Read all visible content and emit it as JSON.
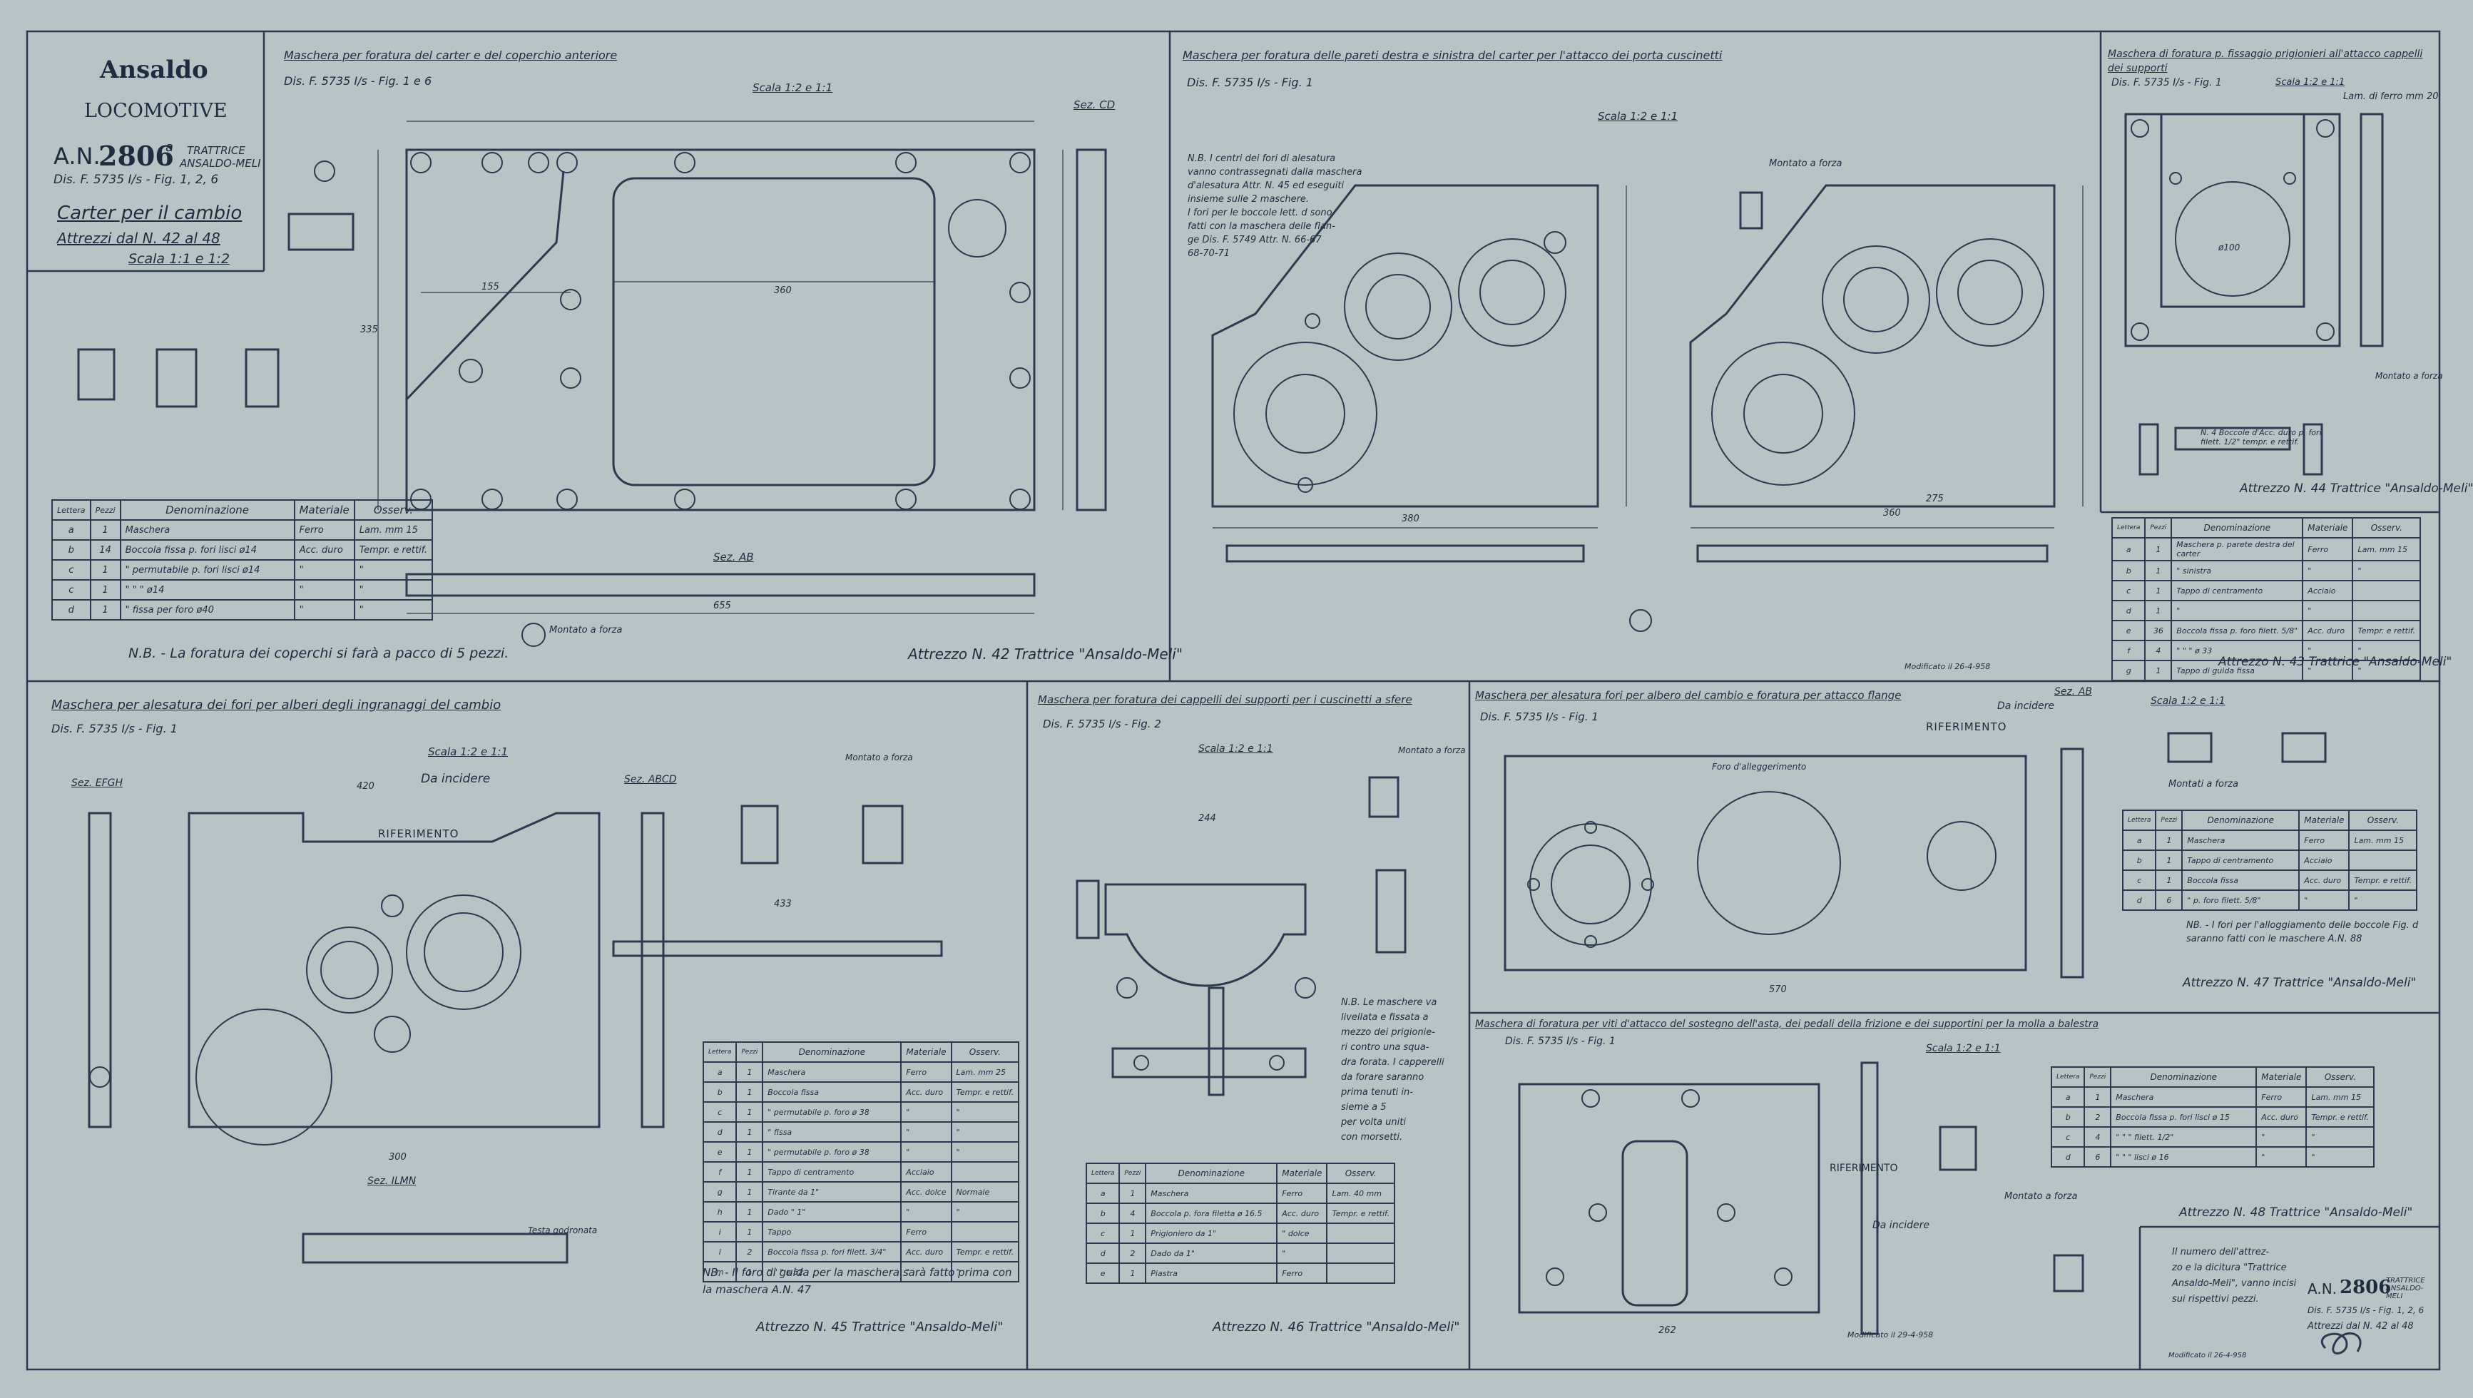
{
  "title_block": {
    "company": "Ansaldo",
    "division": "LOCOMOTIVE",
    "an_label": "A.N.",
    "an_number": "2806",
    "an_suffix": "a",
    "product_line1": "TRATTRICE",
    "product_line2": "ANSALDO-MELI",
    "drawing_ref": "Dis. F. 5735 I/s - Fig. 1, 2, 6",
    "part_name": "Carter per il cambio",
    "tools_range": "Attrezzi dal N. 42 al 48",
    "scale": "Scala 1:1 e 1:2"
  },
  "panel_42": {
    "heading": "Maschera per foratura del carter e del coperchio anteriore",
    "drawing_ref": "Dis. F. 5735 I/s - Fig. 1 e 6",
    "scale": "Scala 1:2 e 1:1",
    "section_cd": "Sez. CD",
    "section_ab": "Sez. AB",
    "assembly_note": "Montato a forza",
    "dim_width": "655",
    "dim_inner": "360",
    "dim_height": "335",
    "dim_155": "155",
    "note": "N.B. - La foratura dei coperchi si farà a pacco di 5 pezzi.",
    "footer": "Attrezzo N. 42 Trattrice \"Ansaldo-Meli\"",
    "bom_headers": [
      "Lettera",
      "Pezzi",
      "Denominazione",
      "Materiale",
      "Osserv."
    ],
    "bom_rows": [
      [
        "a",
        "1",
        "Maschera",
        "Ferro",
        "Lam. mm 15"
      ],
      [
        "b",
        "14",
        "Boccola fissa p. fori lisci ø14",
        "Acc. duro",
        "Tempr. e rettif."
      ],
      [
        "c",
        "1",
        "\" permutabile p. fori lisci ø14",
        "\"",
        "\""
      ],
      [
        "c",
        "1",
        "\" \" \" ø14",
        "\"",
        "\""
      ],
      [
        "d",
        "1",
        "\" fissa per foro ø40",
        "\"",
        "\""
      ]
    ]
  },
  "panel_43": {
    "heading": "Maschera per foratura delle pareti destra e sinistra del carter per l'attacco dei porta cuscinetti",
    "drawing_ref": "Dis. F. 5735 I/s - Fig. 1",
    "scale": "Scala 1:2 e 1:1",
    "note_lines": [
      "N.B. I centri dei fori di alesatura",
      "vanno contrassegnati dalla maschera",
      "d'alesatura Attr. N. 45 ed eseguiti",
      "insieme sulle 2 maschere.",
      "I fori per le boccole lett. d sono",
      "fatti con la maschera delle flan-",
      "ge Dis. F. 5749 Attr. N. 66-67",
      "68-70-71"
    ],
    "assembly_note": "Montato a forza",
    "dim_380": "380",
    "dim_360": "360",
    "dim_275": "275",
    "modified": "Modificato il 26-4-958",
    "footer": "Attrezzo N. 43 Trattrice \"Ansaldo-Meli\""
  },
  "panel_44": {
    "heading": "Maschera di foratura p. fissaggio prigionieri all'attacco cappelli dei supporti",
    "drawing_ref": "Dis. F. 5735 I/s - Fig. 1",
    "scale": "Scala 1:2 e 1:1",
    "plate_note": "Lam. di ferro mm 20",
    "assembly_note": "Montato a forza",
    "dia": "ø100",
    "note": "N. 4 Boccole d'Acc. duro p. fori filett. 1/2\" tempr. e rettif.",
    "footer": "Attrezzo N. 44 Trattrice \"Ansaldo-Meli\"",
    "bom_headers": [
      "Lettera",
      "Pezzi",
      "Denominazione",
      "Materiale",
      "Osserv."
    ],
    "bom_rows": [
      [
        "a",
        "1",
        "Maschera p. parete destra del carter",
        "Ferro",
        "Lam. mm 15"
      ],
      [
        "b",
        "1",
        "\" sinistra",
        "\"",
        "\""
      ],
      [
        "c",
        "1",
        "Tappo di centramento",
        "Acciaio",
        ""
      ],
      [
        "d",
        "1",
        "\"",
        "\"",
        ""
      ],
      [
        "e",
        "36",
        "Boccola fissa p. foro filett. 5/8\"",
        "Acc. duro",
        "Tempr. e rettif."
      ],
      [
        "f",
        "4",
        "\" \" \" ø 33",
        "\"",
        "\""
      ],
      [
        "g",
        "1",
        "Tappo di guida fissa",
        "\"",
        "\""
      ]
    ]
  },
  "panel_45": {
    "heading": "Maschera per alesatura dei fori per alberi degli ingranaggi del cambio",
    "drawing_ref": "Dis. F. 5735 I/s - Fig. 1",
    "scale": "Scala 1:2 e 1:1",
    "sections": [
      "Sez. EFGH",
      "Sez. ABCD",
      "Sez. ILMN"
    ],
    "incise": "Da incidere",
    "reference": "RIFERIMENTO",
    "side_note": "Montato a forza",
    "teeth_note": "Testa godronata",
    "dim_420": "420",
    "dim_300": "300",
    "dim_433": "433",
    "note": "NB. - Il foro di guida per la maschera sarà fatto prima con la maschera A.N. 47",
    "footer": "Attrezzo N. 45 Trattrice \"Ansaldo-Meli\"",
    "bom_headers": [
      "Lettera",
      "Pezzi",
      "Denominazione",
      "Materiale",
      "Osserv."
    ],
    "bom_rows": [
      [
        "a",
        "1",
        "Maschera",
        "Ferro",
        "Lam. mm 25"
      ],
      [
        "b",
        "1",
        "Boccola fissa",
        "Acc. duro",
        "Tempr. e rettif."
      ],
      [
        "c",
        "1",
        "\" permutabile p. foro ø 38",
        "\"",
        "\""
      ],
      [
        "d",
        "1",
        "\" fissa",
        "\"",
        "\""
      ],
      [
        "e",
        "1",
        "\" permutabile p. foro ø 38",
        "\"",
        "\""
      ],
      [
        "f",
        "1",
        "Tappo di centramento",
        "Acciaio",
        ""
      ],
      [
        "g",
        "1",
        "Tirante da 1\"",
        "Acc. dolce",
        "Normale"
      ],
      [
        "h",
        "1",
        "Dado \" 1\"",
        "\"",
        "\""
      ],
      [
        "i",
        "1",
        "Tappo",
        "Ferro",
        ""
      ],
      [
        "l",
        "2",
        "Boccola fissa p. fori filett. 3/4\"",
        "Acc. duro",
        "Tempr. e rettif."
      ],
      [
        "m",
        "1",
        "\" \" \" ø 52",
        "\"",
        "\""
      ]
    ]
  },
  "panel_46": {
    "heading": "Maschera per foratura dei cappelli dei supporti per i cuscinetti a sfere",
    "drawing_ref": "Dis. F. 5735 I/s - Fig. 2",
    "scale": "Scala 1:2 e 1:1",
    "assembly_note": "Montato a forza",
    "dim_244": "244",
    "note_lines": [
      "N.B. Le maschere va",
      "livellata e fissata a",
      "mezzo dei prigionie-",
      "ri contro una squa-",
      "dra forata. I capperelli",
      "da forare saranno",
      "prima tenuti in-",
      "sieme a 5",
      "per volta uniti",
      "con morsetti."
    ],
    "footer": "Attrezzo N. 46 Trattrice \"Ansaldo-Meli\"",
    "bom_headers": [
      "Lettera",
      "Pezzi",
      "Denominazione",
      "Materiale",
      "Osserv."
    ],
    "bom_rows": [
      [
        "a",
        "1",
        "Maschera",
        "Ferro",
        "Lam. 40 mm"
      ],
      [
        "b",
        "4",
        "Boccola p. fora filetta ø 16.5",
        "Acc. duro",
        "Tempr. e rettif."
      ],
      [
        "c",
        "1",
        "Prigioniero da 1\"",
        "\" dolce",
        ""
      ],
      [
        "d",
        "2",
        "Dado da 1\"",
        "\"",
        ""
      ],
      [
        "e",
        "1",
        "Piastra",
        "Ferro",
        ""
      ]
    ]
  },
  "panel_47": {
    "heading": "Maschera per alesatura fori per albero del cambio e foratura per attacco flange",
    "drawing_ref": "Dis. F. 5735 I/s - Fig. 1",
    "section": "Sez. AB",
    "incise": "Da incidere",
    "reference": "RIFERIMENTO",
    "lightening": "Foro d'alleggerimento",
    "dim_570": "570",
    "scale": "Scala 1:2 e 1:1",
    "assembly_note": "Montati a forza",
    "note": "NB. - I fori per l'alloggiamento delle boccole Fig. d saranno fatti con le maschere A.N. 88",
    "footer": "Attrezzo N. 47 Trattrice \"Ansaldo-Meli\"",
    "bom_headers": [
      "Lettera",
      "Pezzi",
      "Denominazione",
      "Materiale",
      "Osserv."
    ],
    "bom_rows": [
      [
        "a",
        "1",
        "Maschera",
        "Ferro",
        "Lam. mm 15"
      ],
      [
        "b",
        "1",
        "Tappo di centramento",
        "Acciaio",
        ""
      ],
      [
        "c",
        "1",
        "Boccola fissa",
        "Acc. duro",
        "Tempr. e rettif."
      ],
      [
        "d",
        "6",
        "\" p. foro filett. 5/8\"",
        "\"",
        "\""
      ]
    ]
  },
  "panel_48": {
    "heading": "Maschera di foratura per viti d'attacco del sostegno dell'asta, dei pedali della frizione e dei supportini per la molla a balestra",
    "drawing_ref": "Dis. F. 5735 I/s - Fig. 1",
    "scale": "Scala 1:2 e 1:1",
    "incise": "Da incidere",
    "reference": "RIFERIMENTO",
    "assembly_note": "Montato a forza",
    "dim_262": "262",
    "modified": "Modificato il 29-4-958",
    "footer": "Attrezzo N. 48 Trattrice \"Ansaldo-Meli\"",
    "bom_headers": [
      "Lettera",
      "Pezzi",
      "Denominazione",
      "Materiale",
      "Osserv."
    ],
    "bom_rows": [
      [
        "a",
        "1",
        "Maschera",
        "Ferro",
        "Lam. mm 15"
      ],
      [
        "b",
        "2",
        "Boccola fissa p. fori lisci ø 15",
        "Acc. duro",
        "Tempr. e rettif."
      ],
      [
        "c",
        "4",
        "\" \" \" filett. 1/2\"",
        "\"",
        "\""
      ],
      [
        "d",
        "6",
        "\" \" \" lisci ø 16",
        "\"",
        "\""
      ]
    ]
  },
  "footer_block": {
    "note_lines": [
      "Il numero dell'attrez-",
      "zo e la dicitura \"Trattrice",
      "Ansaldo-Meli\", vanno incisi",
      "sui rispettivi pezzi."
    ],
    "an_label": "A.N.",
    "an_number": "2806",
    "product": "TRATTRICE ANSALDO-MELI",
    "drawing_ref": "Dis. F. 5735 I/s - Fig. 1, 2, 6",
    "tools_range": "Attrezzi dal N. 42 al 48",
    "modified": "Modificato il 26-4-958"
  },
  "colors": {
    "paper": "#b8c3c6",
    "ink": "#1d2c3e"
  }
}
